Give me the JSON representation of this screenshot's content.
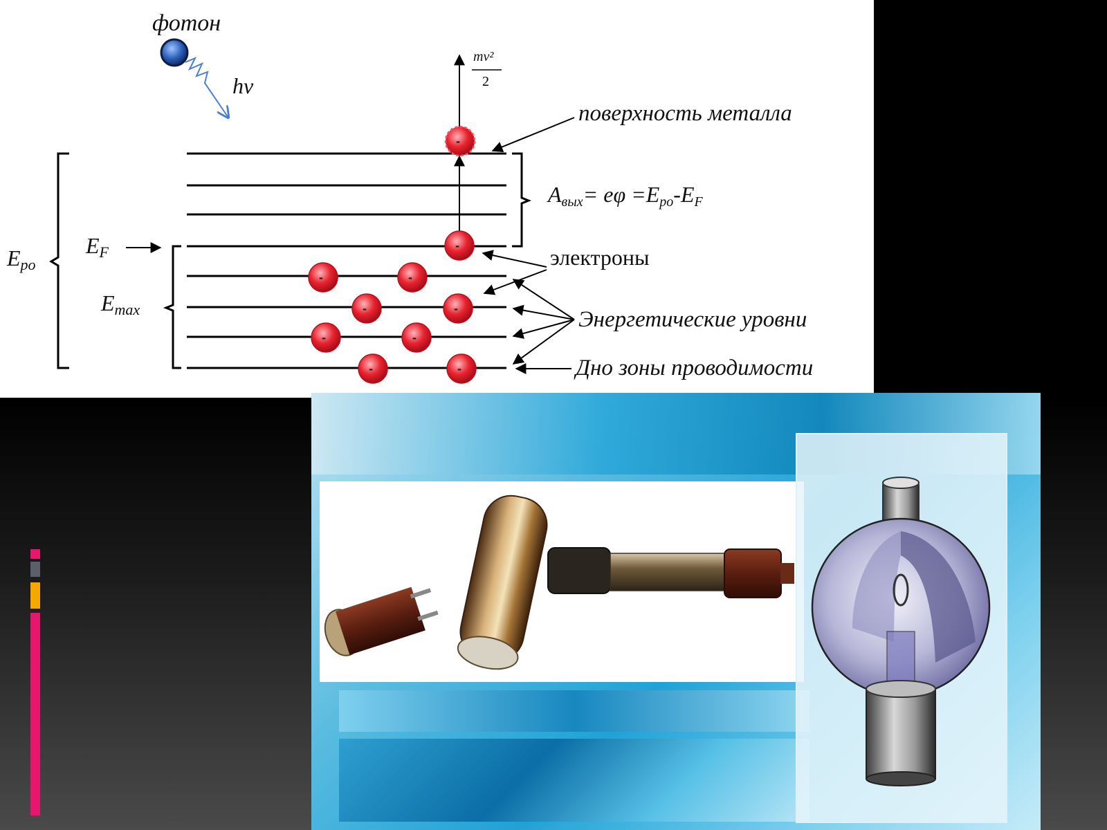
{
  "diagram": {
    "photon_label": "фотон",
    "hv_label": "hν",
    "kinetic_numerator": "mv²",
    "kinetic_denominator": "2",
    "metal_surface_label": "поверхность металла",
    "work_function_A": "A",
    "work_function_sub": "вых",
    "work_function_rest": "= eφ =E",
    "work_function_sub2": "po",
    "work_function_rest2": "-E",
    "work_function_sub3": "F",
    "electrons_label": "электроны",
    "energy_levels_label": "Энергетические  уровни",
    "band_bottom_label": "Дно зоны проводимости",
    "epo_main": "E",
    "epo_sub": "po",
    "ef_main": "E",
    "ef_sub": "F",
    "emax_main": "E",
    "emax_sub": "max",
    "electron_sign": "-"
  },
  "colors": {
    "electron_red": "#e8232f",
    "photon_blue": "#1f4fa0",
    "accent_pink": "#e5186e",
    "accent_orange": "#f5a800",
    "accent_gray": "#5a5f69"
  },
  "images": {
    "photo_subject": "photocell-tubes",
    "bulb_subject": "vacuum-photocell-bulb"
  }
}
